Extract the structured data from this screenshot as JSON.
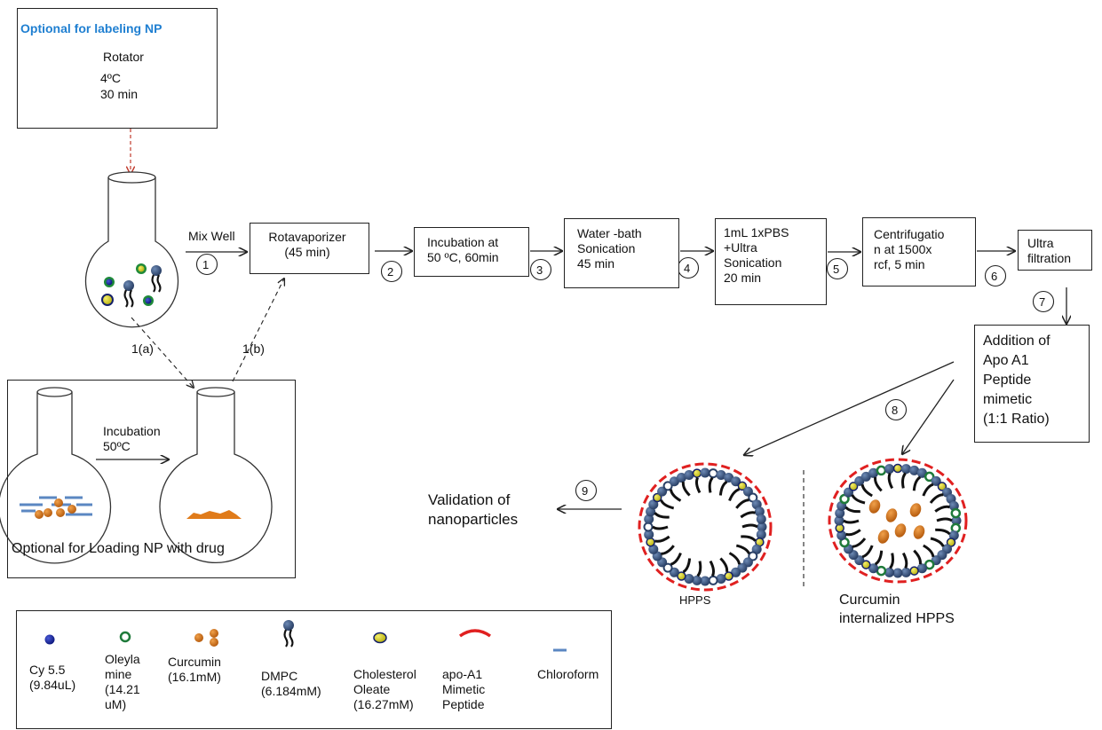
{
  "labeling_box": {
    "title": "Optional for labeling NP",
    "arrow_label": "Rotator",
    "temp": "4ºC",
    "time": "30 min"
  },
  "mix_label": "Mix Well",
  "branch_a": "1(a)",
  "branch_b": "1(b)",
  "steps": [
    {
      "number": "1",
      "text": "Rotavaporizer\n(45 min)"
    },
    {
      "number": "2",
      "text": "Incubation at\n50 ºC, 60min"
    },
    {
      "number": "3",
      "text": "Water -bath\nSonication\n45 min"
    },
    {
      "number": "4",
      "text": "1mL 1xPBS\n+Ultra\nSonication\n 20 min"
    },
    {
      "number": "5",
      "text": "Centrifugatio\nn at 1500x\nrcf,  5 min"
    },
    {
      "number": "6",
      "text": "Ultra\n filtration"
    },
    {
      "number": "7",
      "text": "Addition of\nApo A1\nPeptide\nmimetic\n(1:1 Ratio)"
    },
    {
      "number": "8",
      "text": ""
    },
    {
      "number": "9",
      "text": "Validation of\nnanoparticles"
    }
  ],
  "loading_box": {
    "arrow_label_1": "Incubation",
    "arrow_label_2": "50ºC",
    "caption": "Optional for Loading NP with drug"
  },
  "particles": {
    "hpps": "HPPS",
    "curcumin_hpps": "Curcumin\ninternalized HPPS"
  },
  "legend": [
    {
      "icon": "cy55-icon",
      "label": "Cy 5.5\n(9.84uL)"
    },
    {
      "icon": "oleylamine-icon",
      "label": "Oleyla\nmine\n(14.21\nuM)"
    },
    {
      "icon": "curcumin-icon",
      "label": "Curcumin\n(16.1mM)"
    },
    {
      "icon": "dmpc-icon",
      "label": "DMPC\n(6.184mM)"
    },
    {
      "icon": "cholesterol-oleate-icon",
      "label": "Cholesterol\nOleate\n(16.27mM)"
    },
    {
      "icon": "apoa1-icon",
      "label": "apo-A1\nMimetic\nPeptide"
    },
    {
      "icon": "chloroform-icon",
      "label": "Chloroform"
    }
  ],
  "colors": {
    "cy55": "#1a2aa0",
    "oleylamine": "#1f7a3a",
    "curcumin": "#d67a1e",
    "lipid_head": "#3d5a85",
    "cholesterol": "#d9d21e",
    "peptide": "#e02020",
    "chloroform": "#5b87c2",
    "label_blue": "#1f7fd1"
  }
}
